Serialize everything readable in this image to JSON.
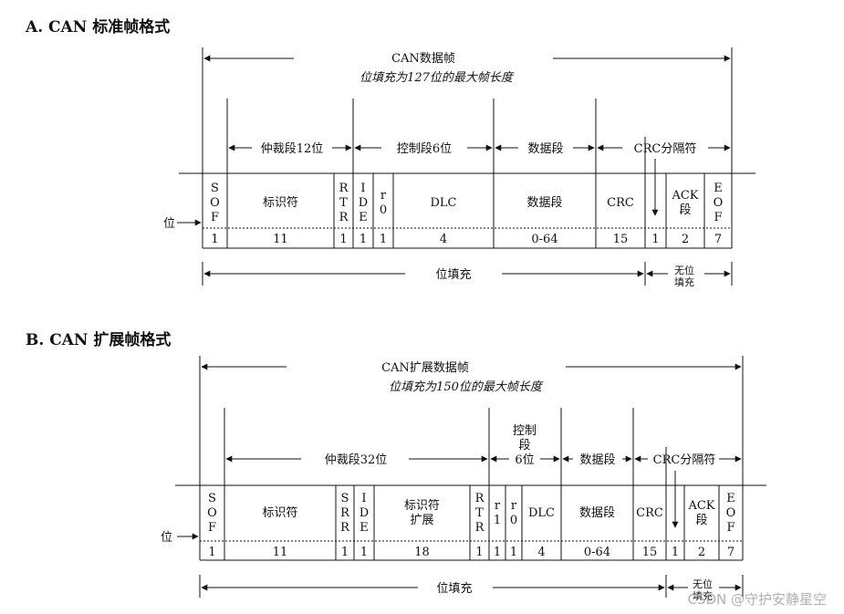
{
  "sectionA": {
    "title": "A.  CAN 标准帧格式",
    "frame_name": "CAN数据帧",
    "frame_desc": "位填充为127位的最大帧长度",
    "arbitration": "仲裁段12位",
    "control": "控制段6位",
    "data": "数据段",
    "crc_delim": "CRC分隔符",
    "bit_label": "位",
    "stuffing": "位填充",
    "no_stuff_line1": "无位",
    "no_stuff_line2": "填充",
    "fields": [
      {
        "label": "S\nO\nF",
        "bits": "1"
      },
      {
        "label": "标识符",
        "bits": "11"
      },
      {
        "label": "R\nT\nR",
        "bits": "1"
      },
      {
        "label": "I\nD\nE",
        "bits": "1"
      },
      {
        "label": "r\n0",
        "bits": "1"
      },
      {
        "label": "DLC",
        "bits": "4"
      },
      {
        "label": "数据段",
        "bits": "0-64"
      },
      {
        "label": "CRC",
        "bits": "15"
      },
      {
        "label": "",
        "bits": "1"
      },
      {
        "label": "ACK\n段",
        "bits": "2"
      },
      {
        "label": "E\nO\nF",
        "bits": "7"
      }
    ]
  },
  "sectionB": {
    "title": "B.  CAN 扩展帧格式",
    "frame_name": "CAN扩展数据帧",
    "frame_desc": "位填充为150位的最大帧长度",
    "arbitration": "仲裁段32位",
    "control": "控制\n段\n6位",
    "data": "数据段",
    "crc_delim": "CRC分隔符",
    "bit_label": "位",
    "stuffing": "位填充",
    "no_stuff_line1": "无位",
    "no_stuff_line2": "填充",
    "fields": [
      {
        "label": "S\nO\nF",
        "bits": "1"
      },
      {
        "label": "标识符",
        "bits": "11"
      },
      {
        "label": "S\nR\nR",
        "bits": "1"
      },
      {
        "label": "I\nD\nE",
        "bits": "1"
      },
      {
        "label": "标识符\n扩展",
        "bits": "18"
      },
      {
        "label": "R\nT\nR",
        "bits": "1"
      },
      {
        "label": "r\n1",
        "bits": "1"
      },
      {
        "label": "r\n0",
        "bits": "1"
      },
      {
        "label": "DLC",
        "bits": "4"
      },
      {
        "label": "数据段",
        "bits": "0-64"
      },
      {
        "label": "CRC",
        "bits": "15"
      },
      {
        "label": "",
        "bits": "1"
      },
      {
        "label": "ACK\n段",
        "bits": "2"
      },
      {
        "label": "E\nO\nF",
        "bits": "7"
      }
    ]
  },
  "watermark": "CSDN @守护安静星空"
}
